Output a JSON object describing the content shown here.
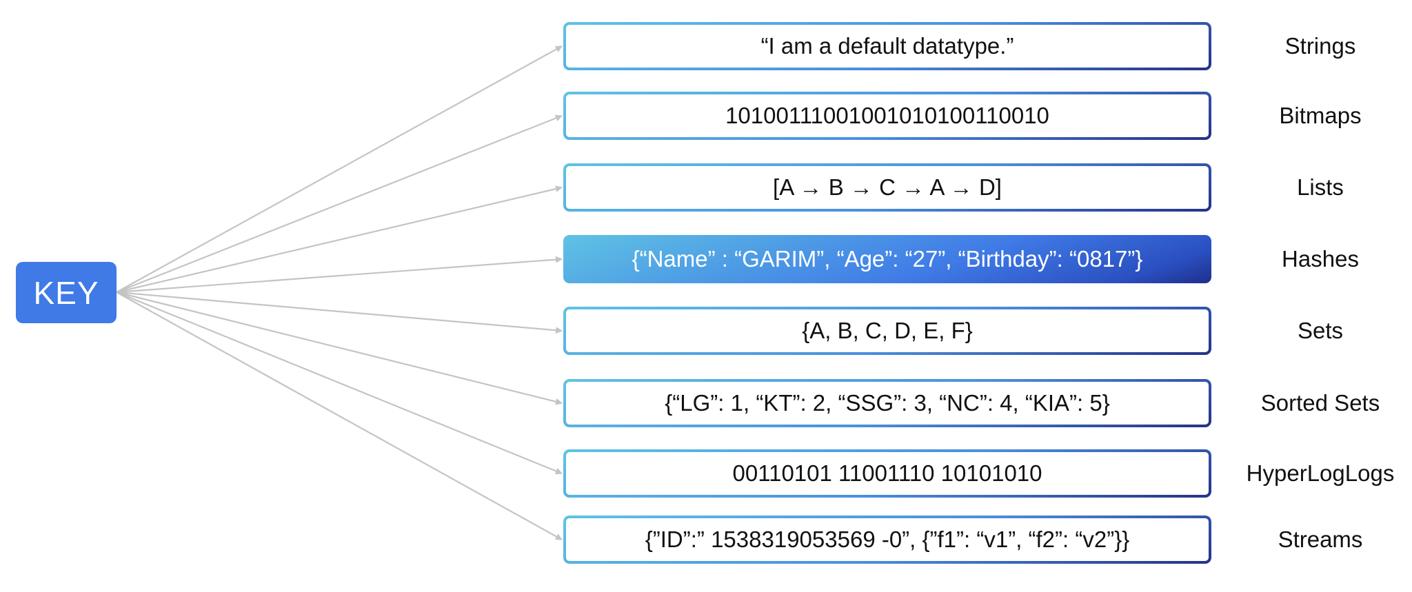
{
  "key_label": "KEY",
  "colors": {
    "key_fill": "#3f7ae6",
    "box_border_start": "#5fc3e4",
    "box_border_end": "#25318a",
    "arrow": "#c4c4c4"
  },
  "datatypes": [
    {
      "label": "Strings",
      "value": "“I am a default datatype.”"
    },
    {
      "label": "Bitmaps",
      "value": "10100111001001010100110010"
    },
    {
      "label": "Lists",
      "value": "[A → B → C → A → D]"
    },
    {
      "label": "Hashes",
      "value": "{“Name” : “GARIM”, “Age”: “27”, “Birthday”: “0817”}",
      "highlighted": true
    },
    {
      "label": "Sets",
      "value": "{A, B, C, D, E, F}"
    },
    {
      "label": "Sorted Sets",
      "value": "{“LG”: 1, “KT”: 2, “SSG”: 3, “NC”: 4, “KIA”: 5}"
    },
    {
      "label": "HyperLogLogs",
      "value": "00110101 11001110 10101010"
    },
    {
      "label": "Streams",
      "value": "{”ID”:” 1538319053569 -0”,  {”f1”: “v1”, “f2”: “v2”}}"
    }
  ]
}
